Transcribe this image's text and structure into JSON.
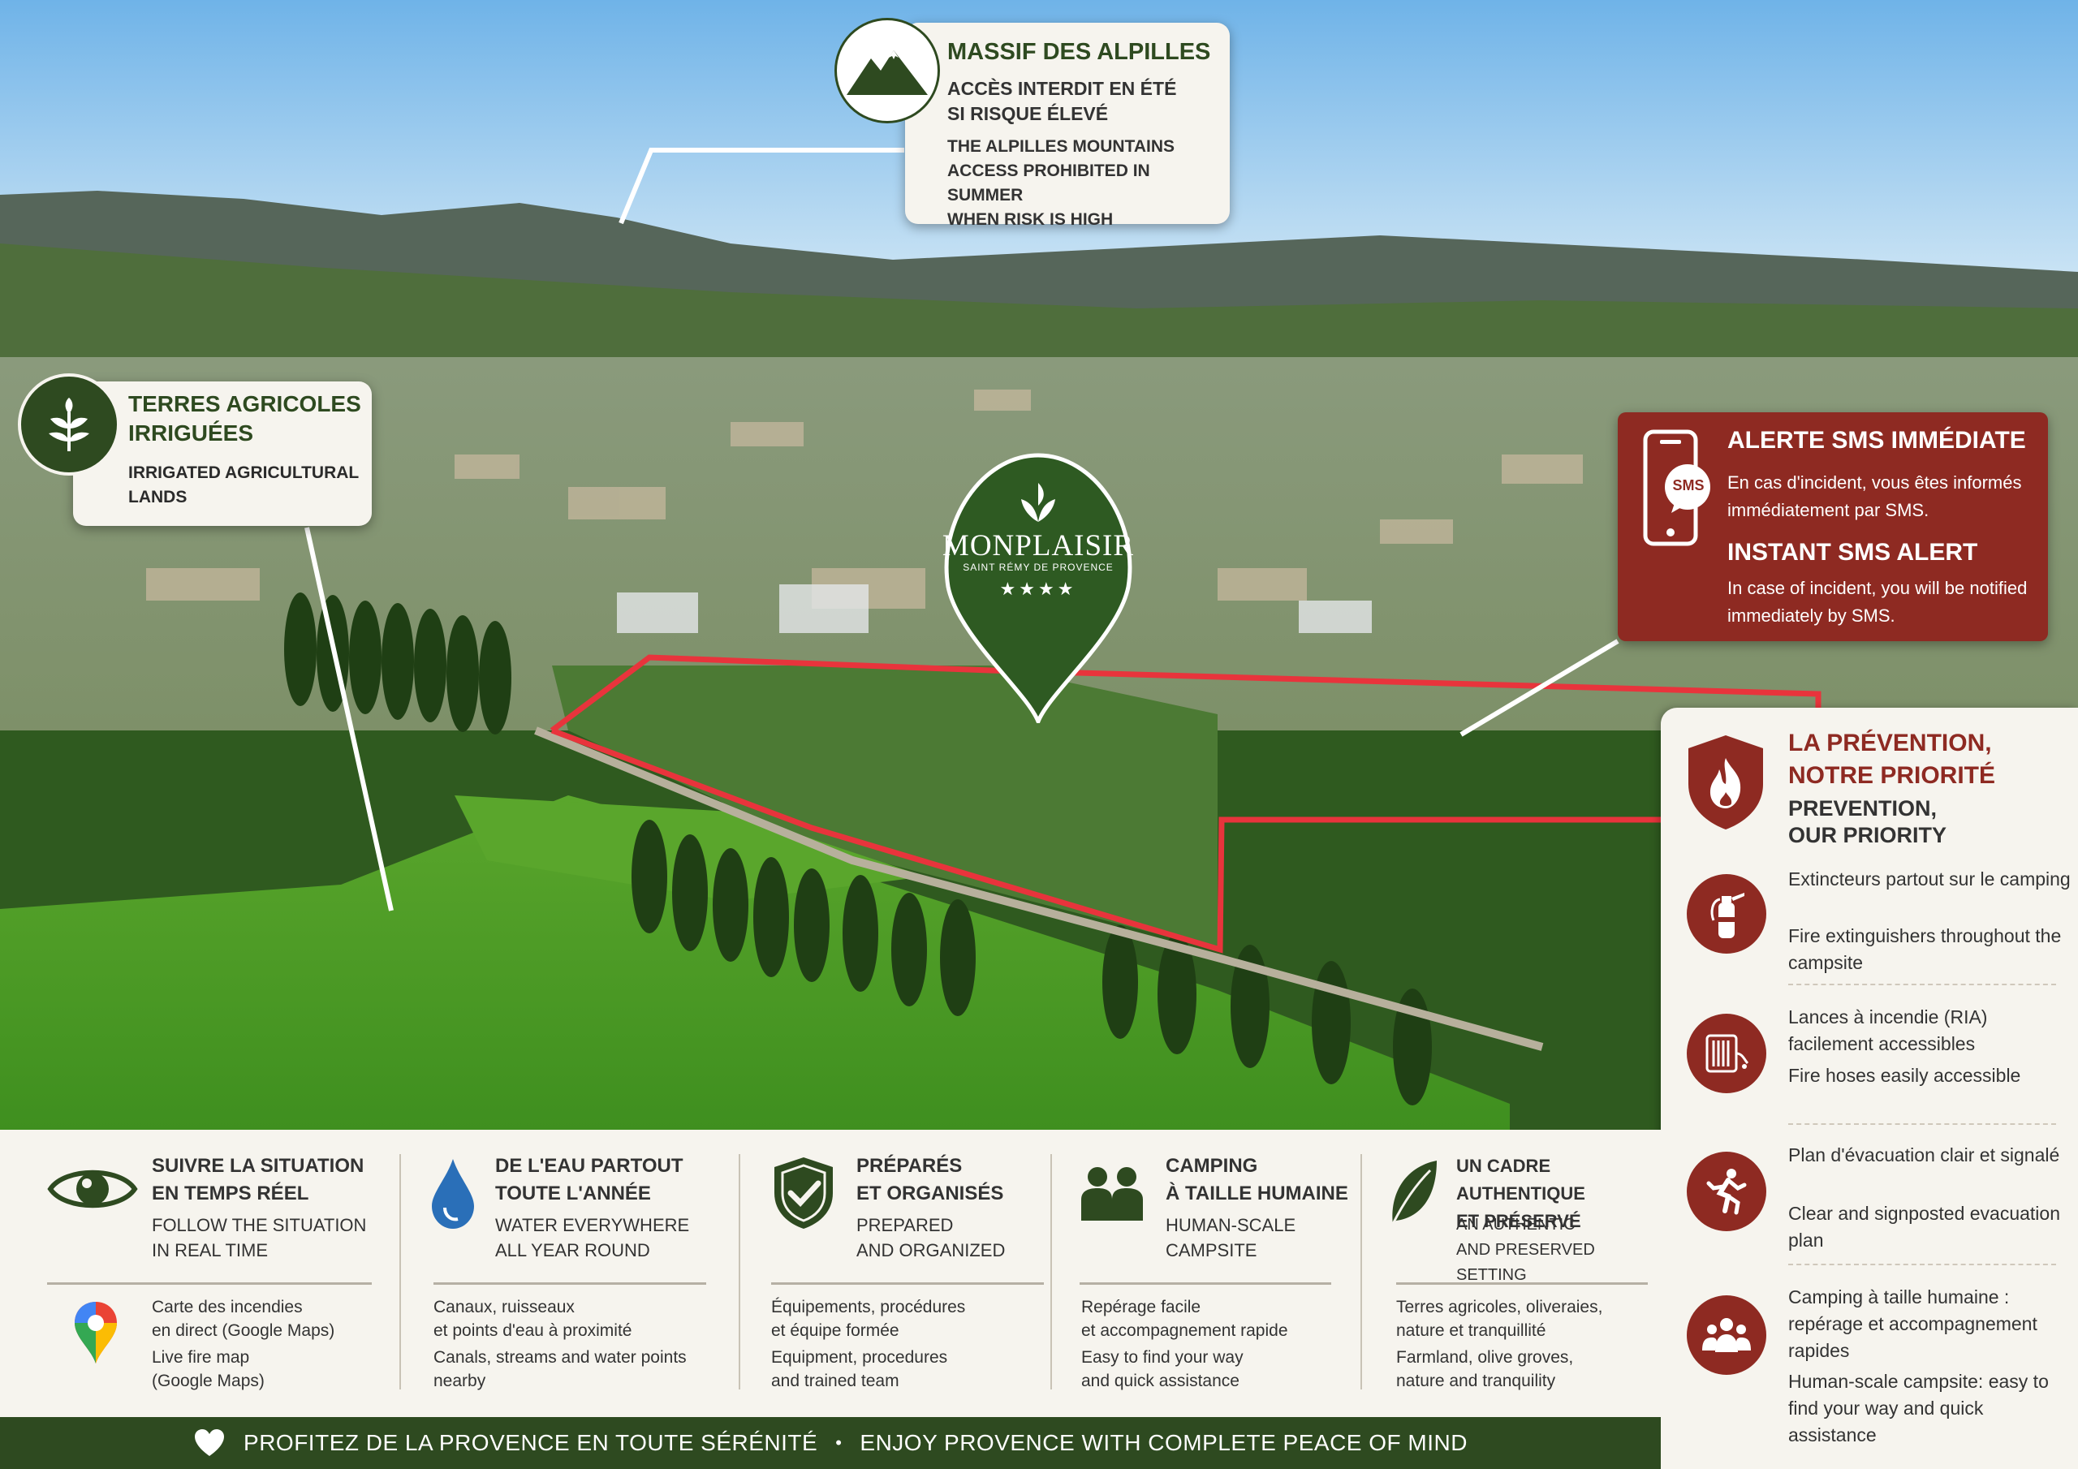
{
  "alpilles": {
    "title": "MASSIF DES ALPILLES",
    "fr_line1": "ACCÈS INTERDIT EN ÉTÉ",
    "fr_line2": "SI RISQUE ÉLEVÉ",
    "en_line1": "THE ALPILLES MOUNTAINS",
    "en_line2": "ACCESS PROHIBITED IN SUMMER",
    "en_line3": "WHEN RISK IS HIGH",
    "icon": "mountain-icon"
  },
  "terres": {
    "title_line1": "TERRES AGRICOLES",
    "title_line2": "IRRIGUÉES",
    "en_line1": "IRRIGATED AGRICULTURAL",
    "en_line2": "LANDS",
    "icon": "leaf-sprout-icon"
  },
  "sms": {
    "icon_label": "SMS",
    "title_fr": "ALERTE SMS IMMÉDIATE",
    "text_fr": "En cas d'incident, vous êtes informés immédiatement par SMS.",
    "title_en": "INSTANT SMS ALERT",
    "text_en": "In case of incident, you will be notified immediately by SMS."
  },
  "logo": {
    "name": "MONPLAISIR",
    "subtitle": "SAINT RÉMY DE PROVENCE",
    "stars": "★★★★"
  },
  "prevention": {
    "title_line1": "LA PRÉVENTION,",
    "title_line2": "NOTRE PRIORITÉ",
    "en_line1": "PREVENTION,",
    "en_line2": "OUR PRIORITY",
    "items": [
      {
        "icon": "fire-extinguisher-icon",
        "fr": "Extincteurs partout sur le camping",
        "en": "Fire extinguishers throughout the campsite"
      },
      {
        "icon": "fire-hose-icon",
        "fr": "Lances à incendie (RIA) facilement accessibles",
        "en": "Fire hoses easily accessible"
      },
      {
        "icon": "running-person-icon",
        "fr": "Plan d'évacuation clair et signalé",
        "en": "Clear and signposted evacuation plan"
      },
      {
        "icon": "group-icon",
        "fr": "Camping à taille humaine : repérage et accompagnement rapides",
        "en": "Human-scale campsite: easy to find your way and quick assistance"
      }
    ]
  },
  "features": [
    {
      "icon": "eye-icon",
      "title1": "SUIVRE LA SITUATION",
      "title2": "EN TEMPS RÉEL",
      "en1": "FOLLOW THE SITUATION",
      "en2": "IN REAL TIME",
      "sub_icon": "map-pin-icon",
      "d_fr1": "Carte des incendies",
      "d_fr2": "en direct (Google Maps)",
      "d_en1": "Live fire map",
      "d_en2": "(Google Maps)"
    },
    {
      "icon": "water-drop-icon",
      "title1": "DE L'EAU PARTOUT",
      "title2": "TOUTE L'ANNÉE",
      "en1": "WATER EVERYWHERE",
      "en2": "ALL YEAR ROUND",
      "d_fr1": "Canaux, ruisseaux",
      "d_fr2": "et points d'eau à proximité",
      "d_en1": "Canals, streams and water points",
      "d_en2": "nearby"
    },
    {
      "icon": "shield-check-icon",
      "title1": "PRÉPARÉS",
      "title2": "ET ORGANISÉS",
      "en1": "PREPARED",
      "en2": "AND ORGANIZED",
      "d_fr1": "Équipements, procédures",
      "d_fr2": "et équipe formée",
      "d_en1": "Equipment, procedures",
      "d_en2": "and trained team"
    },
    {
      "icon": "people-icon",
      "title1": "CAMPING",
      "title2": "À TAILLE HUMAINE",
      "en1": "HUMAN-SCALE",
      "en2": "CAMPSITE",
      "d_fr1": "Repérage facile",
      "d_fr2": "et accompagnement rapide",
      "d_en1": "Easy to find your way",
      "d_en2": "and quick assistance"
    },
    {
      "icon": "leaf-icon",
      "title1": "UN CADRE AUTHENTIQUE",
      "title2": "ET PRÉSERVÉ",
      "en1": "AN AUTHENTIC",
      "en2": "AND PRESERVED SETTING",
      "d_fr1": "Terres agricoles, oliveraies,",
      "d_fr2": "nature et tranquillité",
      "d_en1": "Farmland, olive groves,",
      "d_en2": "nature and tranquility"
    }
  ],
  "footer": {
    "icon": "heart-icon",
    "fr": "PROFITEZ DE LA PROVENCE EN TOUTE SÉRÉNITÉ",
    "separator": "•",
    "en": "ENJOY PROVENCE WITH COMPLETE PEACE OF MIND"
  },
  "colors": {
    "brand_green": "#2e4a20",
    "alert_red": "#8e2a22",
    "panel_cream": "#f6f4ee",
    "perimeter_red": "#e8343c"
  }
}
